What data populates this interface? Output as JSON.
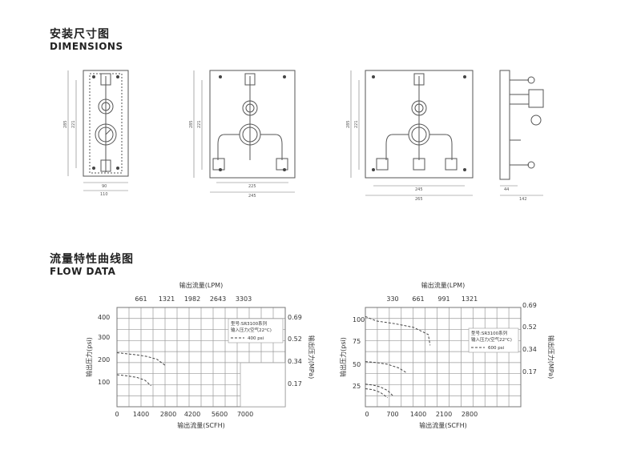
{
  "dimensions_section": {
    "title_cn": "安装尺寸图",
    "title_en": "DIMENSIONS",
    "drawings": [
      {
        "labels": [
          "285",
          "221",
          "90",
          "110"
        ]
      },
      {
        "labels": [
          "285",
          "221",
          "225",
          "245"
        ]
      },
      {
        "labels": [
          "285",
          "221",
          "245",
          "265"
        ]
      },
      {
        "labels": [
          "44",
          "142"
        ]
      }
    ]
  },
  "flow_section": {
    "title_cn": "流量特性曲线图",
    "title_en": "FLOW DATA"
  },
  "chart_data": [
    {
      "type": "line",
      "top_axis_label": "输出流量(LPM)",
      "top_ticks": [
        "661",
        "1321",
        "1982",
        "2643",
        "3303"
      ],
      "bottom_axis_label": "输出流量(SCFH)",
      "bottom_ticks": [
        "0",
        "1400",
        "2800",
        "4200",
        "5600",
        "7000"
      ],
      "left_axis_label": "输出压力(psi)",
      "left_ticks": [
        "400",
        "300",
        "200",
        "100"
      ],
      "right_axis_label": "输出压力(MPa)",
      "right_ticks": [
        "0.69",
        "0.52",
        "0.34",
        "0.17"
      ],
      "ylim": [
        0,
        450
      ],
      "xlim": [
        0,
        8400
      ],
      "legend": {
        "model": "型号:SR3100系列",
        "inlet": "输入压力(空气22°C)",
        "series": "400 psi"
      },
      "series": [
        {
          "name": "",
          "x": [
            0,
            500,
            1000,
            1500,
            2000,
            2400
          ],
          "y": [
            245,
            240,
            235,
            228,
            215,
            188
          ]
        },
        {
          "name": "",
          "x": [
            0,
            500,
            1000,
            1400,
            1700
          ],
          "y": [
            145,
            140,
            133,
            120,
            95
          ]
        }
      ]
    },
    {
      "type": "line",
      "top_axis_label": "输出流量(LPM)",
      "top_ticks": [
        "330",
        "661",
        "991",
        "1321"
      ],
      "bottom_axis_label": "输出流量(SCFH)",
      "bottom_ticks": [
        "0",
        "700",
        "1400",
        "2100",
        "2800"
      ],
      "left_axis_label": "输出压力(psi)",
      "left_ticks": [
        "100",
        "75",
        "50",
        "25"
      ],
      "right_axis_label": "输出压力(MPa)",
      "right_ticks": [
        "0.69",
        "0.52",
        "0.34",
        "0.17"
      ],
      "ylim": [
        0,
        110
      ],
      "xlim": [
        0,
        4200
      ],
      "legend": {
        "model": "型号:SR3100系列",
        "inlet": "输入压力(空气22°C)",
        "series": "600 psi"
      },
      "series": [
        {
          "name": "",
          "x": [
            0,
            300,
            800,
            1300,
            1700,
            1750
          ],
          "y": [
            100,
            95,
            92,
            88,
            80,
            68
          ]
        },
        {
          "name": "",
          "x": [
            0,
            300,
            600,
            900,
            1100
          ],
          "y": [
            50,
            49,
            47,
            43,
            38
          ]
        },
        {
          "name": "",
          "x": [
            0,
            200,
            400,
            600,
            750
          ],
          "y": [
            25,
            24,
            22,
            18,
            12
          ]
        },
        {
          "name": "",
          "x": [
            0,
            200,
            400,
            600
          ],
          "y": [
            20,
            19,
            16,
            10
          ]
        }
      ]
    }
  ]
}
